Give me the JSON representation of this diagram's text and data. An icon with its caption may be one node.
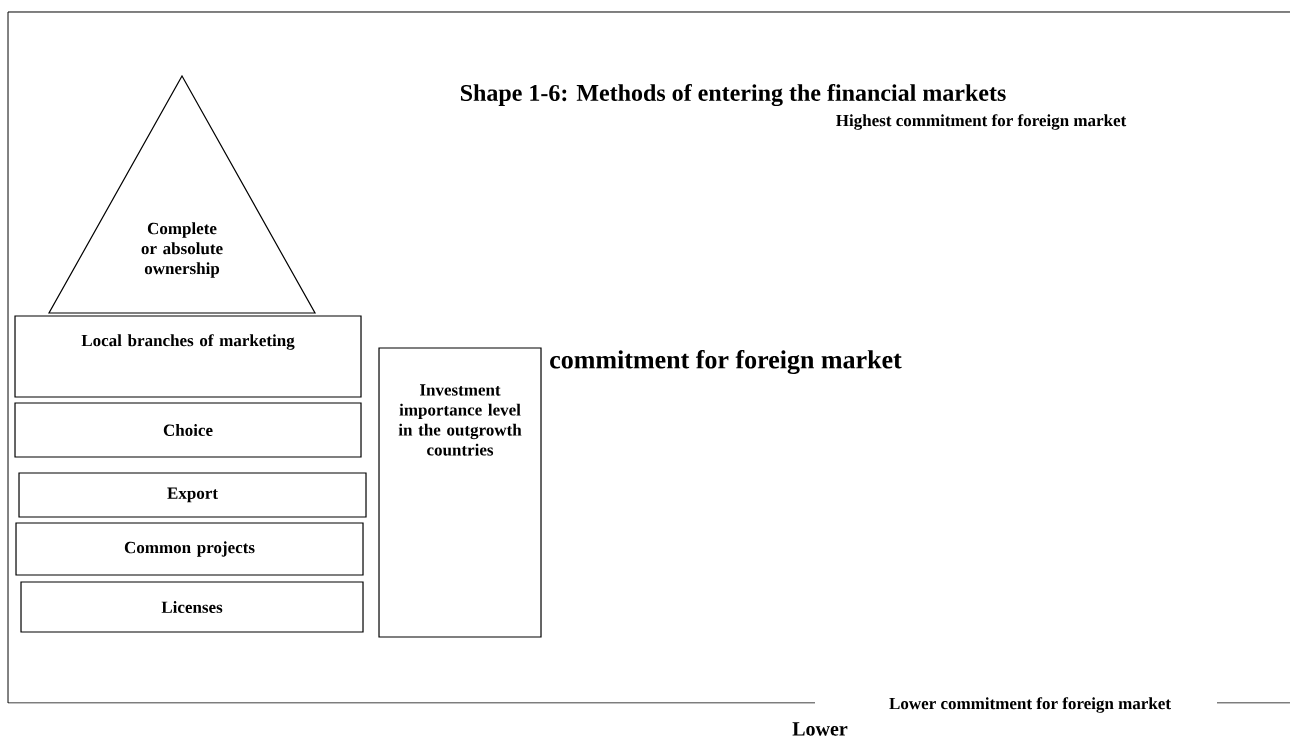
{
  "diagram": {
    "title": "Shape 1-6: Methods of entering the financial markets",
    "nodes": [
      {
        "text": [
          "Complete or absolute ownership"
        ]
      },
      {
        "text": [
          "Local branches of marketing"
        ]
      },
      {
        "text": [
          "Choice"
        ]
      },
      {
        "text": [
          "Export"
        ]
      },
      {
        "text": [
          "Common projects"
        ]
      },
      {
        "text": [
          "Licenses"
        ]
      },
      {
        "text": [
          "Investment importance level in the outgrowth countries"
        ]
      }
    ],
    "edges": [],
    "labels": [
      "Highest commitment for foreign market",
      "commitment for foreign market",
      "Lower commitment for foreign market",
      "Lower"
    ]
  }
}
